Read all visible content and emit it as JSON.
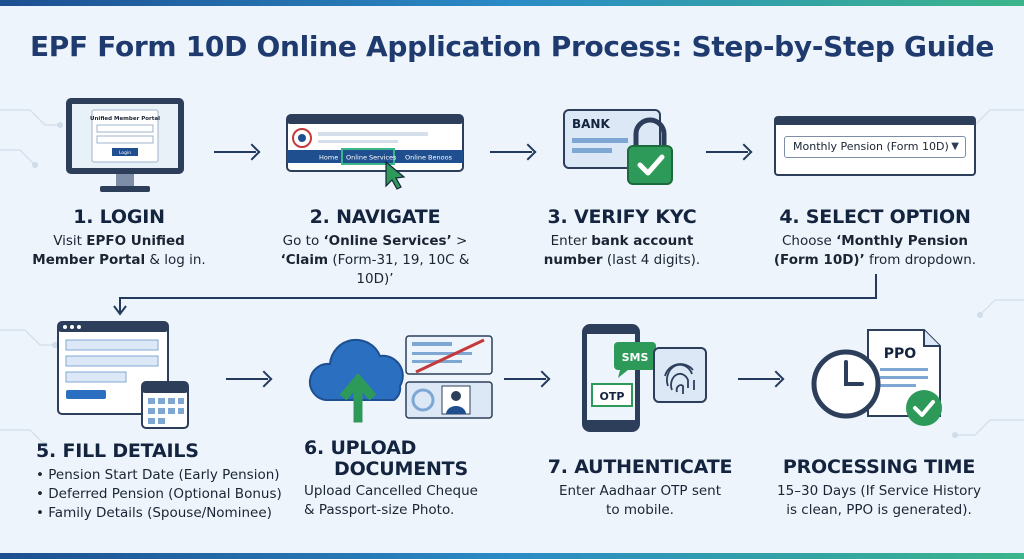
{
  "title": "EPF Form 10D Online Application Process: Step-by-Step Guide",
  "steps": [
    {
      "heading": "1. LOGIN",
      "line1_pre": "Visit ",
      "line1_bold": "EPFO Unified",
      "line2_bold": "Member Portal",
      "line2_post": " & log in.",
      "screen_title": "Unified Member Portal",
      "screen_button": "Login"
    },
    {
      "heading": "2. NAVIGATE",
      "line1_pre": "Go to ",
      "line1_bold": "‘Online Services’",
      "line1_post": " >",
      "line2_bold": "‘Claim",
      "line2_post": " (Form-31, 19, 10C & 10D)’",
      "nav_home": "Home",
      "nav_online": "Online Services",
      "nav_benefits": "Online Benoos"
    },
    {
      "heading": "3. VERIFY KYC",
      "line1_pre": "Enter ",
      "line1_bold": "bank account",
      "line2_bold": "number",
      "line2_post": " (last 4 digits).",
      "bank_label": "BANK"
    },
    {
      "heading": "4. SELECT OPTION",
      "line1_pre": "Choose ",
      "line1_bold": "‘Monthly Pension",
      "line2_bold": "(Form 10D)’",
      "line2_post": " from dropdown.",
      "dropdown_value": "Monthly Pension (Form 10D)"
    },
    {
      "heading": "5. FILL DETAILS",
      "bullets": [
        "Pension Start Date (Early Pension)",
        "Deferred Pension (Optional Bonus)",
        "Family Details (Spouse/Nominee)"
      ]
    },
    {
      "heading_line1": "6. UPLOAD",
      "heading_line2": "DOCUMENTS",
      "line1": "Upload Cancelled Cheque",
      "line2": "& Passport-size Photo."
    },
    {
      "heading": "7. AUTHENTICATE",
      "line1": "Enter Aadhaar OTP sent",
      "line2": "to mobile.",
      "sms_label": "SMS",
      "otp_label": "OTP"
    },
    {
      "heading": "PROCESSING TIME",
      "line1": "15–30 Days (If Service History",
      "line2": "is clean, PPO is generated).",
      "ppo_label": "PPO"
    }
  ],
  "colors": {
    "title": "#1e3a6e",
    "accent_green": "#2e9a5a",
    "accent_blue": "#2a6fc0",
    "dark": "#14243f"
  }
}
